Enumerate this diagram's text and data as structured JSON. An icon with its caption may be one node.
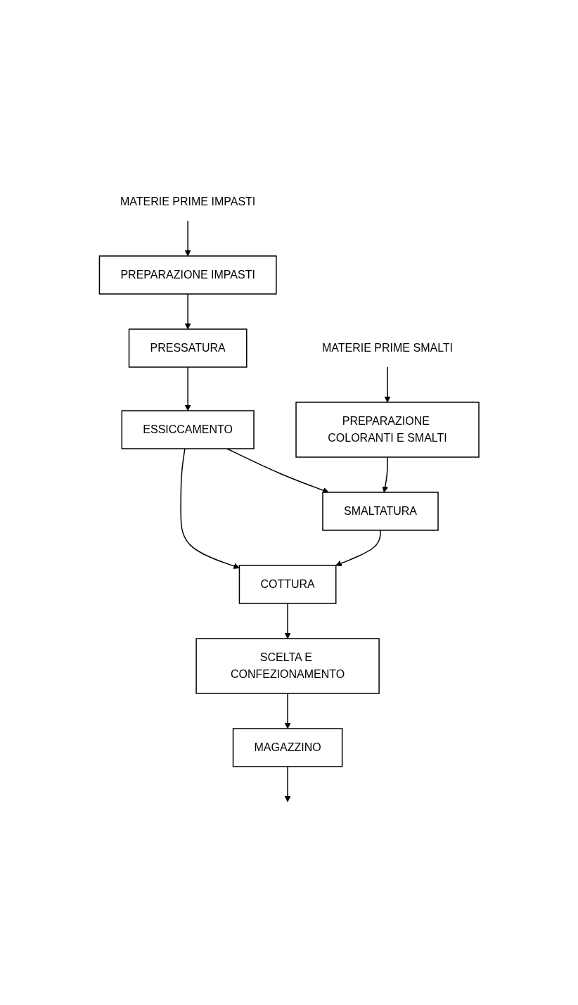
{
  "diagram": {
    "nodes": [
      {
        "text": [
          "MATERIE PRIME IMPASTI"
        ]
      },
      {
        "text": [
          "PREPARAZIONE IMPASTI"
        ]
      },
      {
        "text": [
          "MATERIE PRIME SMALTI"
        ]
      },
      {
        "text": [
          "PREPARAZIONE COLORANTI E SMALTI"
        ]
      },
      {
        "text": [
          "PRESSATURA"
        ]
      },
      {
        "text": [
          "ESSICCAMENTO"
        ]
      },
      {
        "text": [
          "SMALTATURA"
        ]
      },
      {
        "text": [
          "COTTURA"
        ]
      },
      {
        "text": [
          "SCELTA E CONFEZIONAMENTO"
        ]
      },
      {
        "text": [
          "MAGAZZINO"
        ]
      }
    ],
    "edges": [
      {
        "from": 0,
        "to": 1,
        "arrow": "to"
      },
      {
        "from": 2,
        "to": 3,
        "arrow": "to"
      },
      {
        "from": 1,
        "to": 4,
        "arrow": "to"
      },
      {
        "from": 4,
        "to": 5,
        "arrow": "to"
      },
      {
        "from": 5,
        "to": 6,
        "arrow": "to"
      },
      {
        "from": 3,
        "to": 6,
        "arrow": "to"
      },
      {
        "from": 5,
        "to": 7,
        "arrow": "to"
      },
      {
        "from": 6,
        "to": 7,
        "arrow": "to"
      },
      {
        "from": 7,
        "to": 8,
        "arrow": "to"
      },
      {
        "from": 8,
        "to": 9,
        "arrow": "to"
      },
      {
        "from": 9,
        "to": null,
        "arrow": "to"
      }
    ]
  }
}
